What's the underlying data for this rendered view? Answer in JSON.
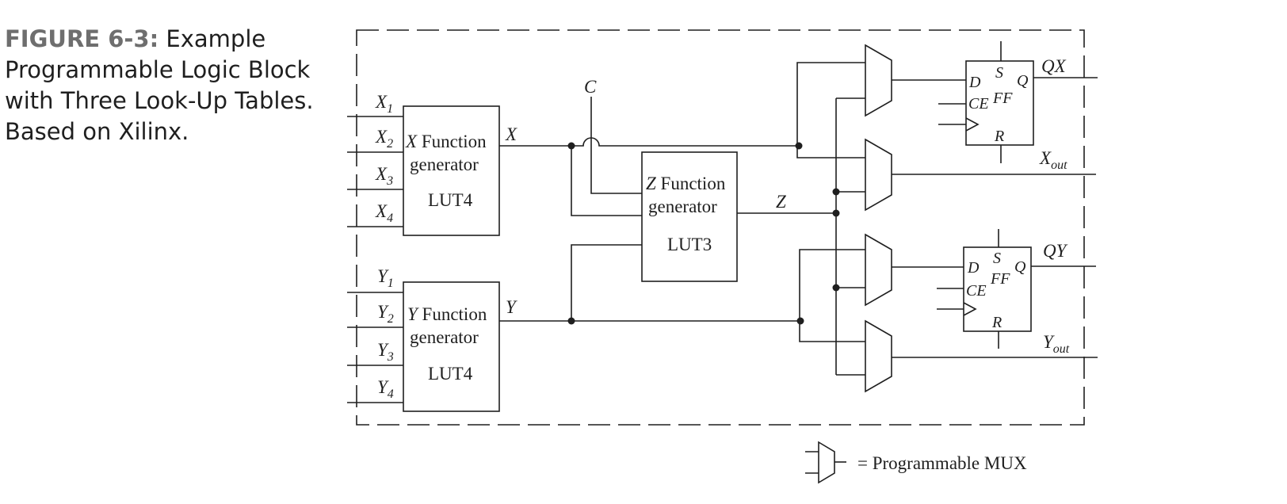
{
  "caption": {
    "figure_label": "FIGURE 6-3:",
    "text": " Example Programmable Logic Block with Three Look-Up Tables. Based on Xilinx."
  },
  "lut_x": {
    "prefix": "X",
    "line1": " Function",
    "line2": "generator",
    "line3": "LUT4"
  },
  "lut_y": {
    "prefix": "Y",
    "line1": " Function",
    "line2": "generator",
    "line3": "LUT4"
  },
  "lut_z": {
    "prefix": "Z",
    "line1": " Function",
    "line2": "generator",
    "line3": "LUT3"
  },
  "inputs_x": [
    {
      "base": "X",
      "sub": "1"
    },
    {
      "base": "X",
      "sub": "2"
    },
    {
      "base": "X",
      "sub": "3"
    },
    {
      "base": "X",
      "sub": "4"
    }
  ],
  "inputs_y": [
    {
      "base": "Y",
      "sub": "1"
    },
    {
      "base": "Y",
      "sub": "2"
    },
    {
      "base": "Y",
      "sub": "3"
    },
    {
      "base": "Y",
      "sub": "4"
    }
  ],
  "signals": {
    "x": "X",
    "y": "Y",
    "z": "Z",
    "c": "C"
  },
  "outputs": {
    "qx": "QX",
    "qy": "QY",
    "xout_base": "X",
    "xout_sub": "out",
    "yout_base": "Y",
    "yout_sub": "out"
  },
  "flipflop": {
    "d": "D",
    "s": "S",
    "q": "Q",
    "ce": "CE",
    "ff": "FF",
    "r": "R"
  },
  "legend": {
    "label": "= Programmable MUX"
  }
}
